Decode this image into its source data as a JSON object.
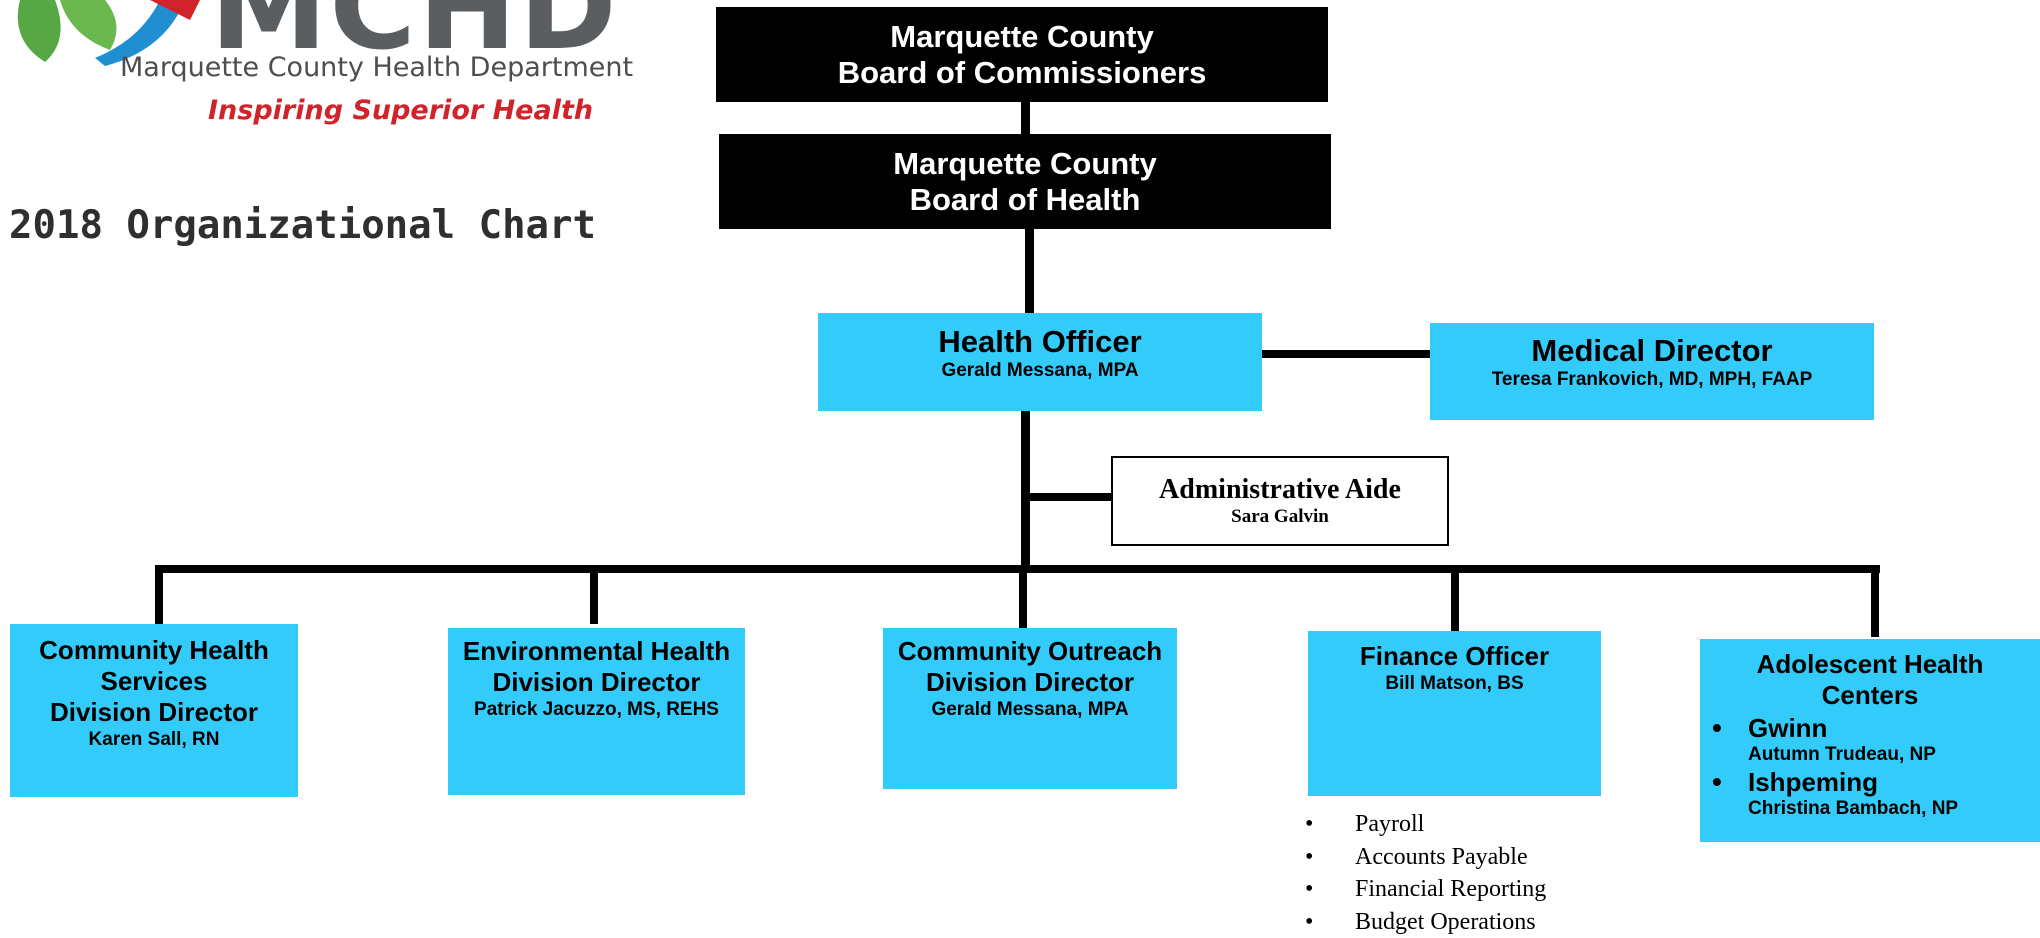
{
  "logo": {
    "letters": "MCHD",
    "department": "Marquette County Health Department",
    "tagline": "Inspiring Superior Health",
    "colors": {
      "green": "#57a845",
      "blue": "#1f8fd1",
      "red": "#d1232a",
      "gray": "#5a5e60"
    }
  },
  "chart_title": "2018 Organizational Chart",
  "nodes": {
    "board_commissioners": {
      "line1": "Marquette County",
      "line2": "Board of Commissioners"
    },
    "board_health": {
      "line1": "Marquette County",
      "line2": "Board of Health"
    },
    "health_officer": {
      "title": "Health Officer",
      "person": "Gerald Messana, MPA"
    },
    "medical_director": {
      "title": "Medical Director",
      "person": "Teresa Frankovich, MD, MPH, FAAP"
    },
    "admin_aide": {
      "title": "Administrative Aide",
      "person": "Sara Galvin"
    },
    "community_health": {
      "line1": "Community Health",
      "line2": "Services",
      "line3": "Division Director",
      "person": "Karen Sall, RN"
    },
    "environmental_health": {
      "line1": "Environmental Health",
      "line2": "Division Director",
      "person": "Patrick Jacuzzo, MS, REHS"
    },
    "community_outreach": {
      "line1": "Community Outreach",
      "line2": "Division Director",
      "person": "Gerald Messana, MPA"
    },
    "finance_officer": {
      "title": "Finance Officer",
      "person": "Bill Matson, BS",
      "duties": [
        "Payroll",
        "Accounts Payable",
        "Financial Reporting",
        "Budget Operations"
      ]
    },
    "adolescent_health": {
      "line1": "Adolescent Health",
      "line2": "Centers",
      "sites": [
        {
          "name": "Gwinn",
          "person": "Autumn Trudeau, NP"
        },
        {
          "name": "Ishpeming",
          "person": "Christina Bambach, NP"
        }
      ]
    }
  },
  "bullet_glyph": "•",
  "colors": {
    "box_cyan": "#33cbf9",
    "box_black": "#000000",
    "title_gray": "#2f2f2f"
  }
}
